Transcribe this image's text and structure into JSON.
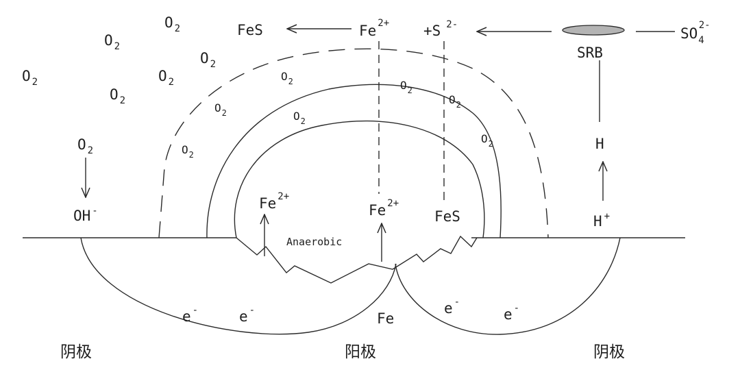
{
  "oxygen": {
    "o": "O",
    "sub": "2"
  },
  "labels": {
    "fes": "FeS",
    "fe": "Fe",
    "fe_charge": "2+",
    "plus_s": "+S",
    "s_charge": "2-",
    "so4": "SO",
    "so4_sub": "4",
    "so4_charge": "2-",
    "srb": "SRB",
    "h": "H",
    "h_plus_base": "H",
    "h_plus_charge": "+",
    "oh": "OH",
    "oh_charge": "-",
    "anaerobic": "Anaerobic",
    "electron": "e",
    "electron_charge": "-",
    "fe_metal": "Fe",
    "cathode": "阴极",
    "anode": "阳极"
  },
  "colors": {
    "ink": "#1e1e1e",
    "srb_disk": "#b4b4b4"
  }
}
